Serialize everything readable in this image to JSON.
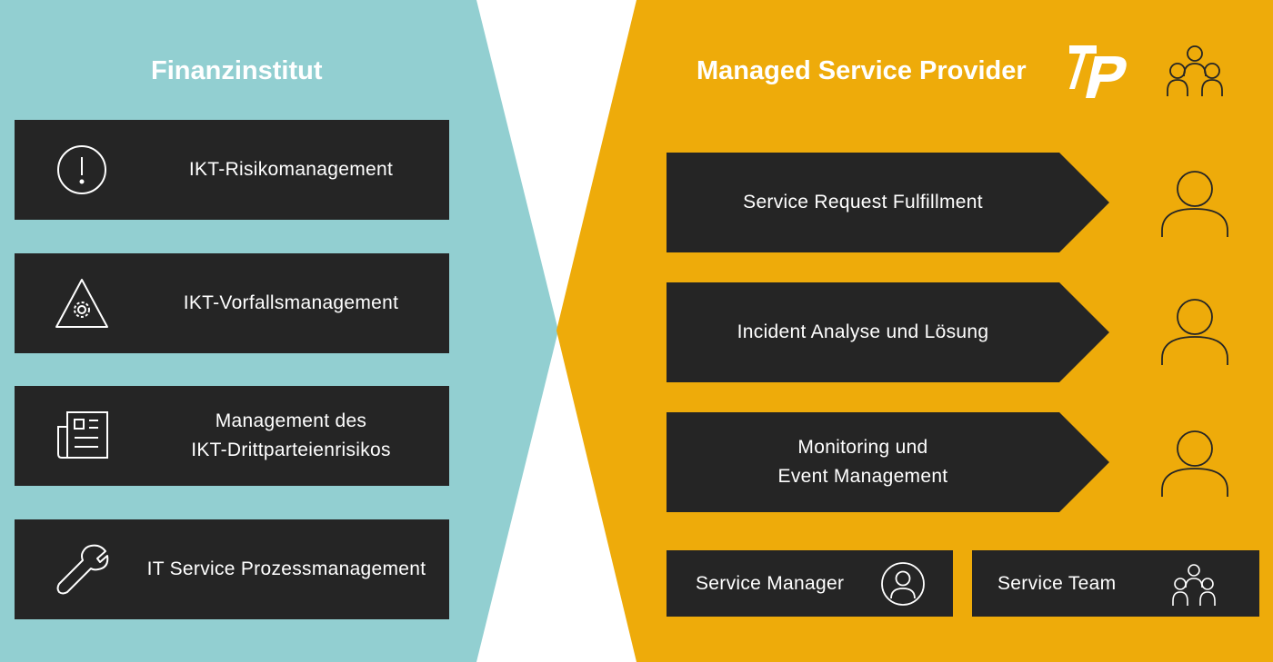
{
  "colors": {
    "teal": "#92cfd1",
    "gold": "#eeab0a",
    "box": "#252525",
    "text": "#ffffff"
  },
  "left": {
    "title": "Finanzinstitut",
    "items": [
      {
        "label": "IKT-Risikomanagement",
        "icon": "alert-circle-icon"
      },
      {
        "label": "IKT-Vorfallsmanagement",
        "icon": "warning-gear-icon"
      },
      {
        "label": "Management des\nIKT-Drittparteienrisikos",
        "icon": "document-icon"
      },
      {
        "label": "IT Service Prozessmanagement",
        "icon": "wrench-icon"
      }
    ]
  },
  "right": {
    "title": "Managed Service Provider",
    "logo": "7P",
    "header_icon": "team-icon",
    "steps": [
      {
        "label": "Service Request Fulfillment",
        "icon": "person-icon"
      },
      {
        "label": "Incident Analyse und Lösung",
        "icon": "person-icon"
      },
      {
        "label": "Monitoring und\nEvent Management",
        "icon": "person-icon"
      }
    ],
    "roles": [
      {
        "label": "Service Manager",
        "icon": "person-circle-icon"
      },
      {
        "label": "Service Team",
        "icon": "team-icon"
      }
    ]
  }
}
